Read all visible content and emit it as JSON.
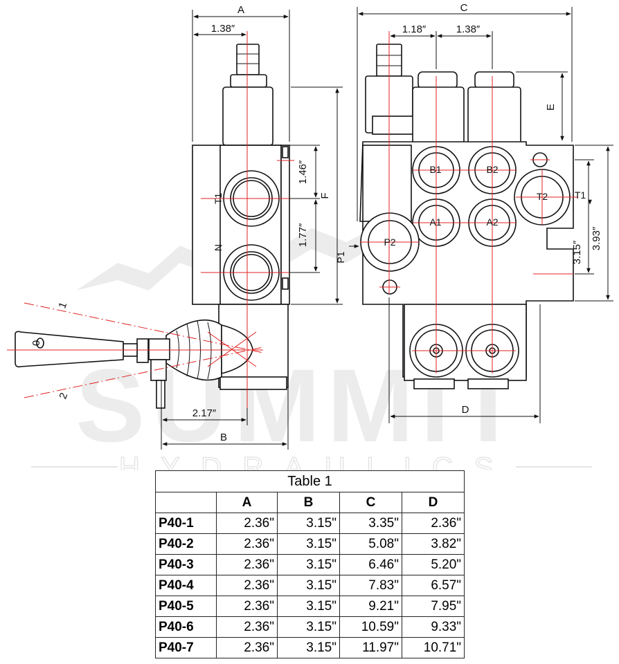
{
  "watermark": {
    "brand": "SUMMIT",
    "sub": "HYDRAULICS"
  },
  "drawing": {
    "dims": {
      "A": "A",
      "B": "B",
      "C": "C",
      "D": "D",
      "E": "E",
      "F": "F",
      "side_138": "1.38″",
      "side_146": "1.46″",
      "side_177": "1.77″",
      "side_217": "2.17″",
      "front_118": "1.18″",
      "front_138": "1.38″",
      "front_315": "3.15″",
      "front_393": "3.93″"
    },
    "ports": {
      "T1_side": "T1",
      "N_side": "N",
      "T1_front": "T1",
      "B1": "B1",
      "B2": "B2",
      "A1": "A1",
      "A2": "A2",
      "T2": "T2",
      "P2": "P2",
      "P1": "P1"
    },
    "lever": {
      "pos1": "1",
      "pos2": "2",
      "pos0": "0"
    }
  },
  "table": {
    "caption": "Table 1",
    "columns": [
      "",
      "A",
      "B",
      "C",
      "D"
    ],
    "rows": [
      [
        "P40-1",
        "2.36\"",
        "3.15\"",
        "3.35\"",
        "2.36\""
      ],
      [
        "P40-2",
        "2.36\"",
        "3.15\"",
        "5.08\"",
        "3.82\""
      ],
      [
        "P40-3",
        "2.36\"",
        "3.15\"",
        "6.46\"",
        "5.20\""
      ],
      [
        "P40-4",
        "2.36\"",
        "3.15\"",
        "7.83\"",
        "6.57\""
      ],
      [
        "P40-5",
        "2.36\"",
        "3.15\"",
        "9.21\"",
        "7.95\""
      ],
      [
        "P40-6",
        "2.36\"",
        "3.15\"",
        "10.59\"",
        "9.33\""
      ],
      [
        "P40-7",
        "2.36\"",
        "3.15\"",
        "11.97\"",
        "10.71\""
      ]
    ]
  }
}
